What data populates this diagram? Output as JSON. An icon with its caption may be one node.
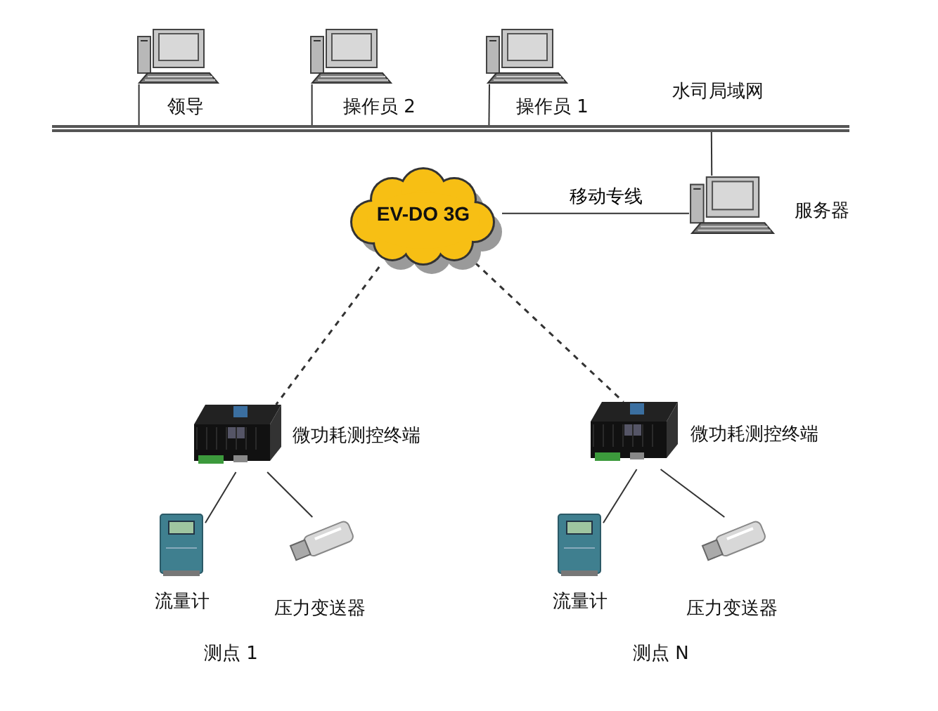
{
  "diagram": {
    "nodes": [
      {
        "text": [],
        "shape": "bar"
      },
      {
        "text": [
          "领导"
        ]
      },
      {
        "text": [
          "操作员 2"
        ]
      },
      {
        "text": [
          "操作员 1"
        ]
      },
      {
        "text": [
          "服务器"
        ]
      },
      {
        "text": [
          "EV-DO 3G"
        ]
      },
      {
        "text": [
          "微功耗测控终端"
        ]
      },
      {
        "text": [
          "微功耗测控终端"
        ]
      },
      {
        "text": [
          "流量计"
        ]
      },
      {
        "text": [
          "压力变送器"
        ]
      },
      {
        "text": [
          "流量计"
        ]
      },
      {
        "text": [
          "压力变送器"
        ]
      }
    ],
    "edges": [
      {
        "from": 1,
        "to": 0,
        "arrow": "none"
      },
      {
        "from": 2,
        "to": 0,
        "arrow": "none"
      },
      {
        "from": 3,
        "to": 0,
        "arrow": "none"
      },
      {
        "from": 4,
        "to": 0,
        "arrow": "none"
      },
      {
        "from": 5,
        "to": 4,
        "arrow": "none",
        "label": "移动专线"
      },
      {
        "from": 5,
        "to": 6,
        "arrow": "none",
        "style": "dashed"
      },
      {
        "from": 5,
        "to": 7,
        "arrow": "none",
        "style": "dashed"
      },
      {
        "from": 6,
        "to": 8,
        "arrow": "none"
      },
      {
        "from": 6,
        "to": 9,
        "arrow": "none"
      },
      {
        "from": 7,
        "to": 10,
        "arrow": "none"
      },
      {
        "from": 7,
        "to": 11,
        "arrow": "none"
      }
    ],
    "labels": [
      "水司局域网",
      "测点 1",
      "测点 N"
    ]
  }
}
